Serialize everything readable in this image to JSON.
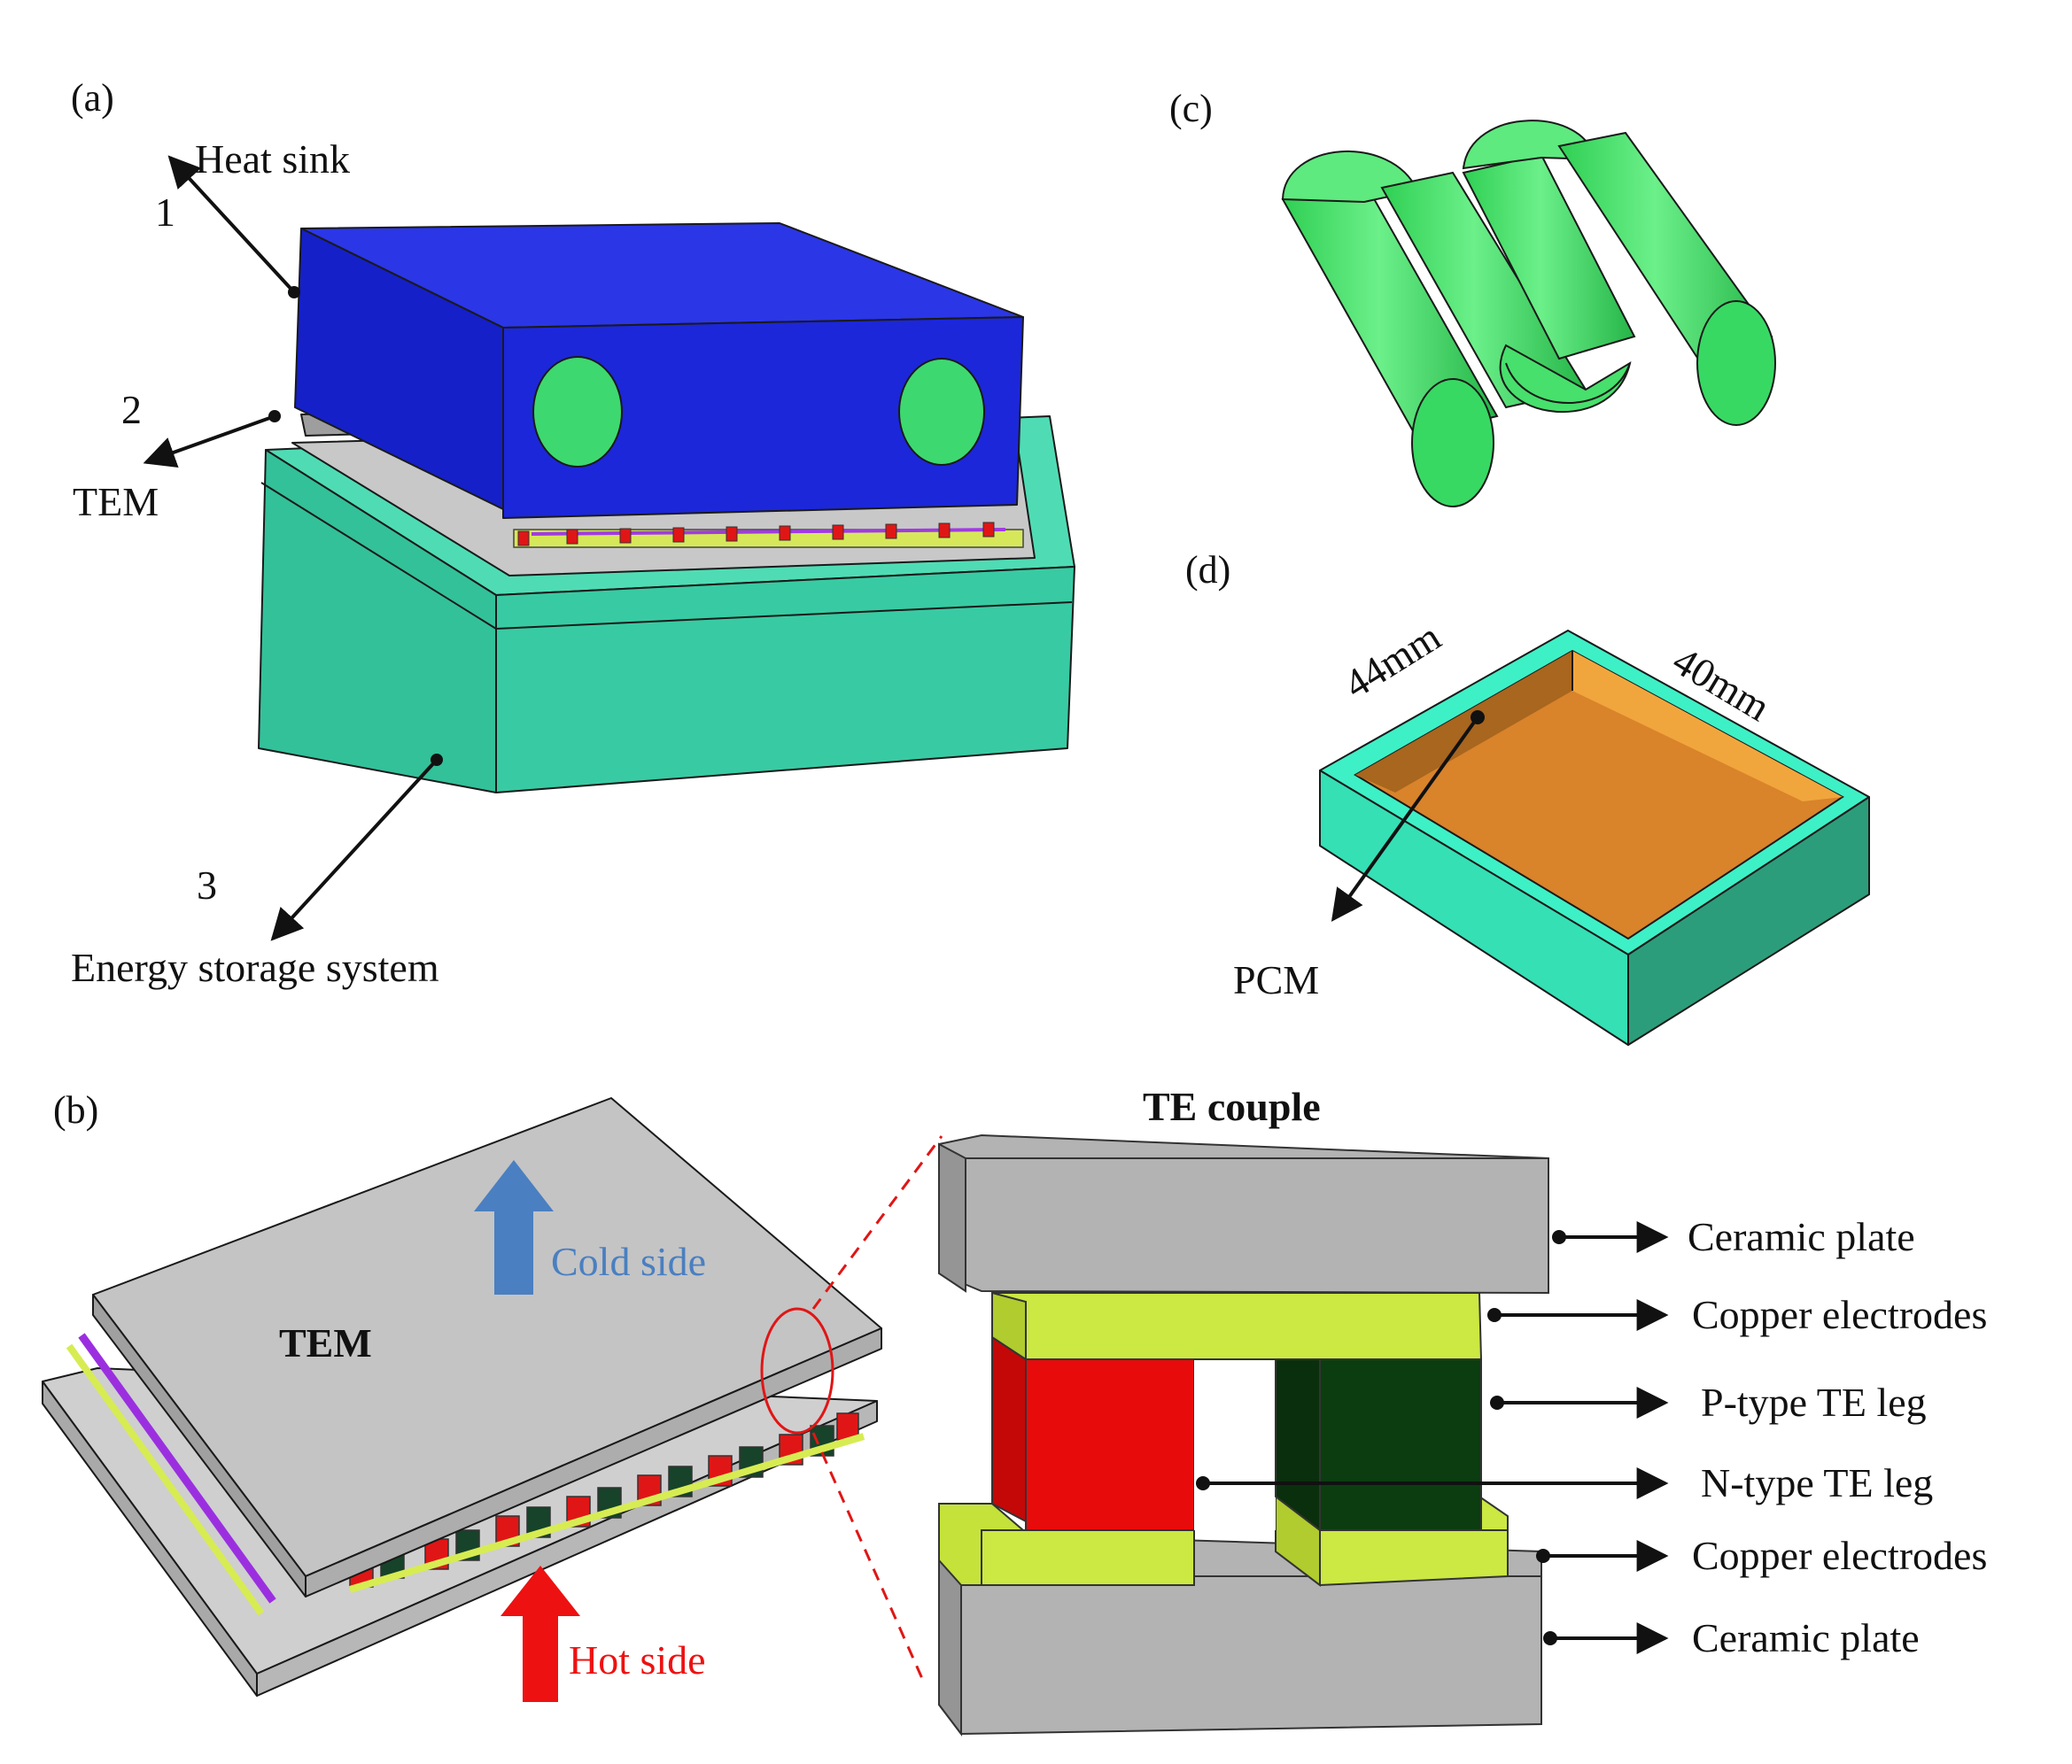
{
  "panels": {
    "a": "(a)",
    "b": "(b)",
    "c": "(c)",
    "d": "(d)"
  },
  "panel_a": {
    "callouts": [
      {
        "number": "1",
        "label": "Heat sink"
      },
      {
        "number": "2",
        "label": "TEM"
      },
      {
        "number": "3",
        "label": "Energy storage system"
      }
    ],
    "colors": {
      "heat_sink": "#1a22d6",
      "heat_sink_holes": "#3ed870",
      "storage": "#37c9a0"
    }
  },
  "panel_b": {
    "tem_label": "TEM",
    "cold_side": "Cold side",
    "hot_side": "Hot side",
    "te_couple_title": "TE couple",
    "te_couple_labels": [
      "Ceramic plate",
      "Copper electrodes",
      "P-type TE leg",
      "N-type TE leg",
      "Copper electrodes",
      "Ceramic plate"
    ],
    "colors": {
      "cold_arrow": "#4a7fc1",
      "hot_arrow": "#ee1111",
      "ceramic": "#b9b9b9",
      "copper": "#c9e83a",
      "p_leg": "#e80b0b",
      "n_leg": "#0b3d10"
    }
  },
  "panel_d": {
    "dim_length": "44mm",
    "dim_width": "40mm",
    "pcm_label": "PCM",
    "colors": {
      "container": "#3ef0c6",
      "pcm": "#d9832b"
    }
  }
}
